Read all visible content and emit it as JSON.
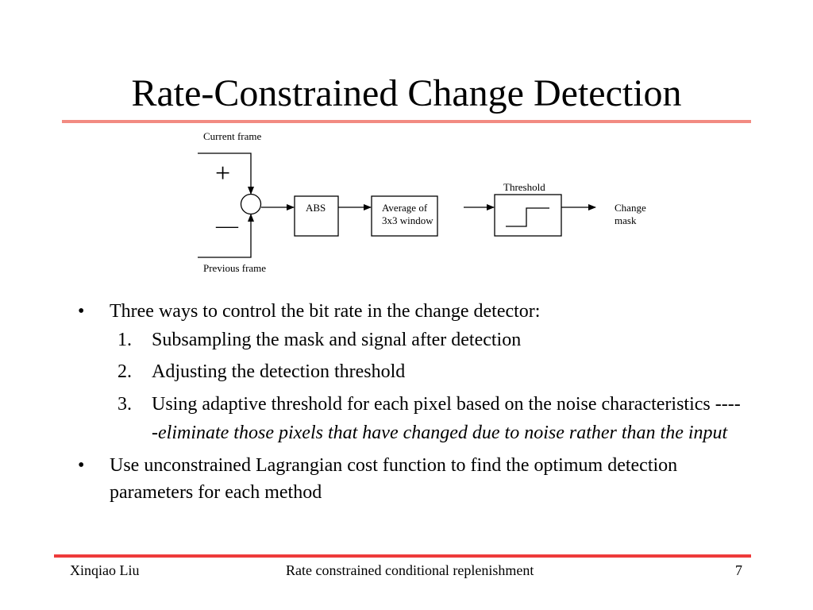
{
  "slide": {
    "title": "Rate-Constrained Change Detection"
  },
  "diagram": {
    "current_frame": "Current frame",
    "previous_frame": "Previous frame",
    "plus_sign": "+",
    "minus_sign": "—",
    "abs_block": "ABS",
    "average_block_line1": "Average of",
    "average_block_line2": "3x3 window",
    "threshold_label": "Threshold",
    "output_line1": "Change",
    "output_line2": "mask"
  },
  "bullets": {
    "b1": "Three ways to control the bit rate in the change detector:",
    "sub": [
      {
        "num": "1.",
        "text": "Subsampling the mask and signal after detection"
      },
      {
        "num": "2.",
        "text": "Adjusting the detection threshold"
      },
      {
        "num": "3.",
        "text": "Using adaptive threshold for each pixel based on the noise characteristics -----",
        "italic": "eliminate those pixels that have changed due to noise rather than the input"
      }
    ],
    "b2": "Use unconstrained Lagrangian cost function to find the optimum detection parameters for each method",
    "dot": "•"
  },
  "footer": {
    "author": "Xinqiao Liu",
    "center": "Rate constrained conditional replenishment",
    "page": "7"
  }
}
